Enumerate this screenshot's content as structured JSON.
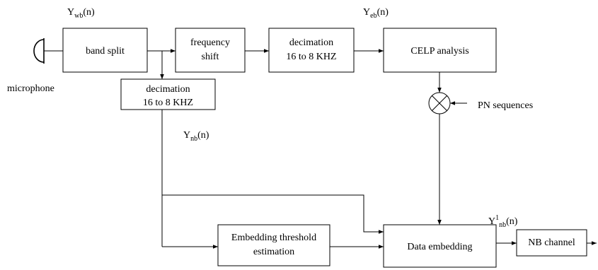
{
  "blocks": {
    "band_split": "band split",
    "freq_shift": [
      "frequency",
      "shift"
    ],
    "decim_top": [
      "decimation",
      "16 to 8 KHZ"
    ],
    "celp": "CELP analysis",
    "decim_low": [
      "decimation",
      "16 to 8 KHZ"
    ],
    "threshold": [
      "Embedding threshold",
      "estimation"
    ],
    "data_embed": "Data embedding",
    "nb_channel": "NB channel"
  },
  "labels": {
    "microphone": "microphone",
    "pn": "PN sequences"
  },
  "signals": {
    "ywb": {
      "base": "Y",
      "sub": "wb",
      "arg": "(n)"
    },
    "yeb": {
      "base": "Y",
      "sub": "eb",
      "arg": "(n)"
    },
    "ynb": {
      "base": "Y",
      "sub": "nb",
      "arg": "(n)"
    },
    "y1nb": {
      "base": "Y",
      "sup": "1",
      "sub": "nb",
      "arg": "(n)"
    }
  }
}
